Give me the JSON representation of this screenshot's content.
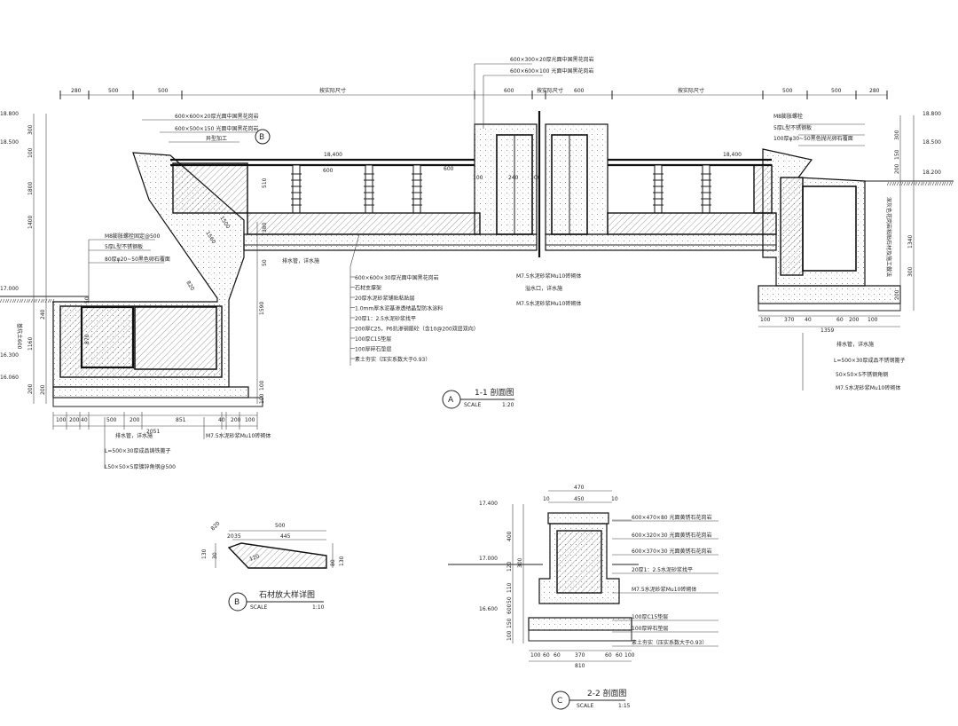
{
  "section_a": {
    "title": "1-1 剖面图",
    "marker": "A",
    "scale_label": "SCALE",
    "scale": "1:20",
    "top_dims": [
      "280",
      "500",
      "500",
      "按实际尺寸",
      "600",
      "按实际尺寸",
      "600",
      "按实际尺寸",
      "500",
      "500",
      "280"
    ],
    "top_notes": [
      "600×300×20厚光面中国黑花岗岩",
      "600×600×100 光面中国黑花岗岩"
    ],
    "left_elev": [
      "18.800",
      "18.500",
      "17.000",
      "16.300",
      "16.060"
    ],
    "right_elev": [
      "18.800",
      "18.500",
      "18.200"
    ],
    "left_vdims": [
      "300",
      "100",
      "1800",
      "1400",
      "510",
      "50",
      "1160",
      "870",
      "200",
      "50",
      "240",
      "200"
    ],
    "mid_vdims": [
      "1590",
      "100",
      "100",
      "380"
    ],
    "right_vdims": [
      "300",
      "150",
      "200",
      "1340",
      "300",
      "200"
    ],
    "bottom_left_dims": [
      "100",
      "200",
      "40",
      "500",
      "200",
      "851",
      "40",
      "200",
      "100"
    ],
    "bottom_left_total": "2051",
    "bottom_right_dims": [
      "100",
      "370",
      "40",
      "60",
      "200",
      "100"
    ],
    "bottom_right_total": "1359",
    "inner_labels": [
      "18,400",
      "18,400",
      "600",
      "600",
      "100",
      "240",
      "100"
    ],
    "left_top_notes": [
      "600×600×20厚光面中国黑花岗岩",
      "600×500×150 光面中国黑花岗岩",
      "异型加工"
    ],
    "left_mid_notes": [
      "M8膨胀螺栓固定@500",
      "5厚L型不锈钢板",
      "80厚φ20~50黑色卵石覆面"
    ],
    "slope_dims": [
      "1560",
      "1500",
      "820"
    ],
    "center_notes": [
      "600×600×30厚光面中国黑花岗岩",
      "石材支撑架",
      "20厚水泥砂浆铺贴粘贴层",
      "1.0mm厚水泥基渗透结晶型防水涂料",
      "20厚1：2.5水泥砂浆找平",
      "200厚C25，P6抗渗钢筋砼（含10@200双层双向）",
      "100厚C15垫层",
      "100厚碎石垫层",
      "素土夯实（压实系数大于0.93）"
    ],
    "center_pipe_note": "排水管，详水施",
    "right_center_notes": [
      "M7.5水泥砂浆Mu10砖砌体",
      "溢水口，详水施",
      "M7.5水泥砂浆Mu10砖砌体"
    ],
    "right_top_notes": [
      "M8膨胀螺栓",
      "5厚L型不锈钢板",
      "100厚φ30~50黑色抛光卵石覆面"
    ],
    "right_side_note": "深灰色花岗岩粘贴石材及施工做法",
    "right_bottom_notes": [
      "排水管，详水施",
      "L=500×30厚成品不锈钢篦子",
      "50×50×5不锈钢角钢",
      "M7.5水泥砂浆Mu10砖砌体"
    ],
    "left_side_note": "基坑土600",
    "left_bottom_notes": [
      "排水管，详水施",
      "M7.5水泥砂浆Mu10砖砌体",
      "L=500×30厚成品铸铁篦子",
      "L50×50×5厚镀锌角钢@500"
    ]
  },
  "section_b": {
    "title": "石材放大样详图",
    "marker": "B",
    "scale_label": "SCALE",
    "scale": "1:10",
    "dims": [
      "500",
      "445",
      "20",
      "35",
      "820",
      "120",
      "130",
      "30",
      "80",
      "130"
    ]
  },
  "section_c": {
    "title": "2-2 剖面图",
    "marker": "C",
    "scale_label": "SCALE",
    "scale": "1:15",
    "elev": [
      "17.400",
      "17.000",
      "16.600"
    ],
    "top_dims": [
      "470",
      "10",
      "450",
      "10"
    ],
    "bottom_dims": [
      "100",
      "60",
      "60",
      "370",
      "60",
      "60",
      "100"
    ],
    "bottom_total": "810",
    "vdims": [
      "400",
      "300",
      "120",
      "110",
      "50",
      "600",
      "150",
      "100"
    ],
    "notes": [
      "600×470×80 光面黄锈石花岗岩",
      "600×320×30 光面黄锈石花岗岩",
      "600×370×30 光面黄锈石花岗岩",
      "20厚1：2.5水泥砂浆找平",
      "M7.5水泥砂浆Mu10砖砌体",
      "100厚C15垫层",
      "100厚碎石垫层",
      "素土夯实（压实系数大于0.93）"
    ]
  }
}
